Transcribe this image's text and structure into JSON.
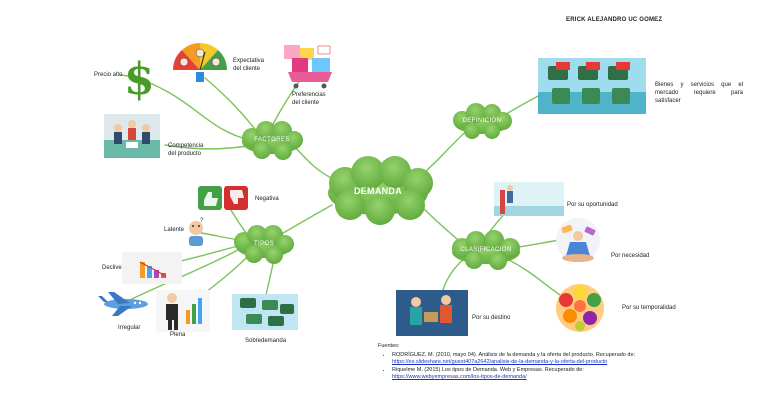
{
  "author": "ERICK ALEJANDRO UC GOMEZ",
  "center": {
    "label": "DEMANDA"
  },
  "branches": {
    "factores": {
      "label": "FACTORES",
      "leaves": {
        "precio": "Precio alto",
        "expectativa": "Expectativa del cliente",
        "preferencias": "Preferencias del cliente",
        "competencia": "Competencia del producto"
      }
    },
    "definicion": {
      "label": "DEFINICIÓN",
      "text": "Bienes y servicios que el mercado requiere para satisfacer"
    },
    "tipos": {
      "label": "TIPOS",
      "leaves": {
        "negativa": "Negativa",
        "latente": "Latente",
        "declive": "Declive",
        "irregular": "Irregular",
        "plena": "Plena",
        "sobredemanda": "Sobredemanda"
      }
    },
    "clasificacion": {
      "label": "CLASIFICACIÓN",
      "leaves": {
        "oportunidad": "Por su oportunidad",
        "necesidad": "Por necesidad",
        "temporalidad": "Por su temporalidad",
        "destino": "Por su destino"
      }
    }
  },
  "references": {
    "heading": "Fuentes:",
    "items": [
      {
        "text": "RODRÍGUEZ, M. (2010, mayo 04). Análisis de la demanda y la oferta del producto. Recuperado de:",
        "link": "https://es.slideshare.net/guest407a2642/analisis-de-la-demanda-y-la-oferta-del-producto"
      },
      {
        "text": "Riquelme M. (2015) Los tipos de Demanda. Web y Empresas. Recuperado de:",
        "link": "https://www.webyempresas.com/los-tipos-de-demanda/"
      }
    ]
  },
  "colors": {
    "cloud": "#6bb547",
    "cloud_light": "#8fce66",
    "line": "#7cc35a"
  }
}
